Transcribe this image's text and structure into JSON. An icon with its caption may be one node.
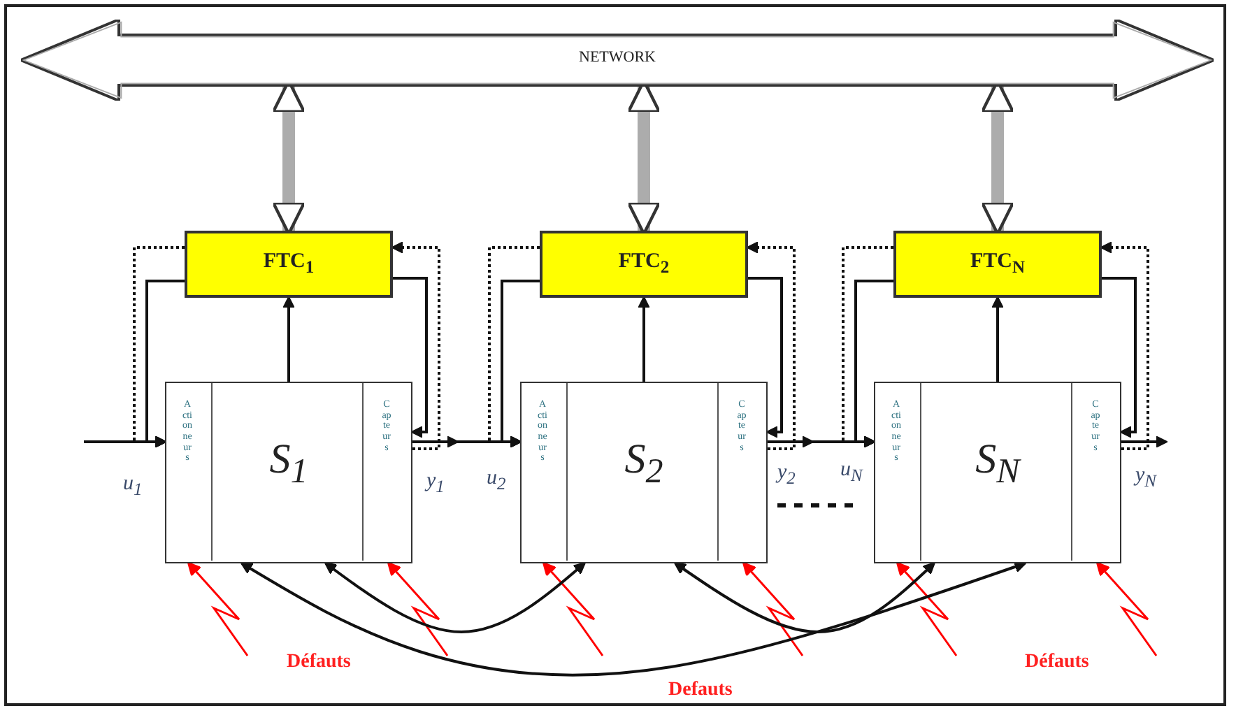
{
  "diagram": {
    "nodes": [
      {
        "text": [
          "NETWORK"
        ]
      },
      {
        "text": [
          "FTC$_{1}$"
        ]
      },
      {
        "text": [
          "FTC$_{2}$"
        ]
      },
      {
        "text": [
          "FTC$_{N}$"
        ]
      },
      {
        "text": [
          "S$_{1}$"
        ]
      },
      {
        "text": [
          "Actionneurs"
        ],
        "in": 4
      },
      {
        "text": [
          "Capteurs"
        ],
        "in": 4
      },
      {
        "text": [
          "S$_{2}$"
        ]
      },
      {
        "text": [
          "Actionneurs"
        ],
        "in": 7
      },
      {
        "text": [
          "Capteurs"
        ],
        "in": 7
      },
      {
        "text": [
          "S$_{N}$"
        ]
      },
      {
        "text": [
          "Actionneurs"
        ],
        "in": 10
      },
      {
        "text": [
          "Capteurs"
        ],
        "in": 10
      }
    ],
    "edges": [
      {
        "from": 0,
        "to": 1,
        "arrow": "both",
        "style": "thick"
      },
      {
        "from": 4,
        "to": 1,
        "arrow": "to"
      },
      {
        "from": 1,
        "to": 4,
        "arrow": "to"
      },
      {
        "from": 1,
        "to": 4,
        "arrow": "to",
        "style": "dashed"
      },
      {
        "from": 1,
        "to": 4,
        "arrow": "to"
      },
      {
        "from": 4,
        "to": 1,
        "arrow": "to",
        "style": "dashed"
      },
      {
        "from": null,
        "to": 4,
        "arrow": "to"
      },
      {
        "from": 4,
        "to": null,
        "arrow": "to"
      },
      {
        "from": null,
        "to": 5,
        "arrow": "to",
        "color": "#ff0000"
      },
      {
        "from": null,
        "to": 6,
        "arrow": "to",
        "color": "#ff0000"
      },
      {
        "from": 0,
        "to": 2,
        "arrow": "both",
        "style": "thick"
      },
      {
        "from": 7,
        "to": 2,
        "arrow": "to"
      },
      {
        "from": 2,
        "to": 7,
        "arrow": "to"
      },
      {
        "from": 2,
        "to": 7,
        "arrow": "to",
        "style": "dashed"
      },
      {
        "from": 2,
        "to": 7,
        "arrow": "to"
      },
      {
        "from": 7,
        "to": 2,
        "arrow": "to",
        "style": "dashed"
      },
      {
        "from": null,
        "to": 7,
        "arrow": "to"
      },
      {
        "from": 7,
        "to": null,
        "arrow": "to"
      },
      {
        "from": null,
        "to": 8,
        "arrow": "to",
        "color": "#ff0000"
      },
      {
        "from": null,
        "to": 9,
        "arrow": "to",
        "color": "#ff0000"
      },
      {
        "from": 0,
        "to": 3,
        "arrow": "both",
        "style": "thick"
      },
      {
        "from": 10,
        "to": 3,
        "arrow": "to"
      },
      {
        "from": 3,
        "to": 10,
        "arrow": "to"
      },
      {
        "from": 3,
        "to": 10,
        "arrow": "to",
        "style": "dashed"
      },
      {
        "from": 3,
        "to": 10,
        "arrow": "to"
      },
      {
        "from": 10,
        "to": 3,
        "arrow": "to",
        "style": "dashed"
      },
      {
        "from": null,
        "to": 10,
        "arrow": "to"
      },
      {
        "from": 10,
        "to": null,
        "arrow": "to"
      },
      {
        "from": null,
        "to": 11,
        "arrow": "to",
        "color": "#ff0000"
      },
      {
        "from": null,
        "to": 12,
        "arrow": "to",
        "color": "#ff0000"
      },
      {
        "from": 4,
        "to": 7,
        "arrow": "both"
      },
      {
        "from": 7,
        "to": 10,
        "arrow": "both"
      },
      {
        "from": 4,
        "to": 10,
        "arrow": "both"
      }
    ],
    "labels": [
      "u$_{1}$",
      "y$_{1}$",
      "u$_{2}$",
      "y$_{2}$",
      "u$_{N}$",
      "y$_{N}$",
      "Défauts",
      "Défauts",
      "Defauts"
    ]
  }
}
